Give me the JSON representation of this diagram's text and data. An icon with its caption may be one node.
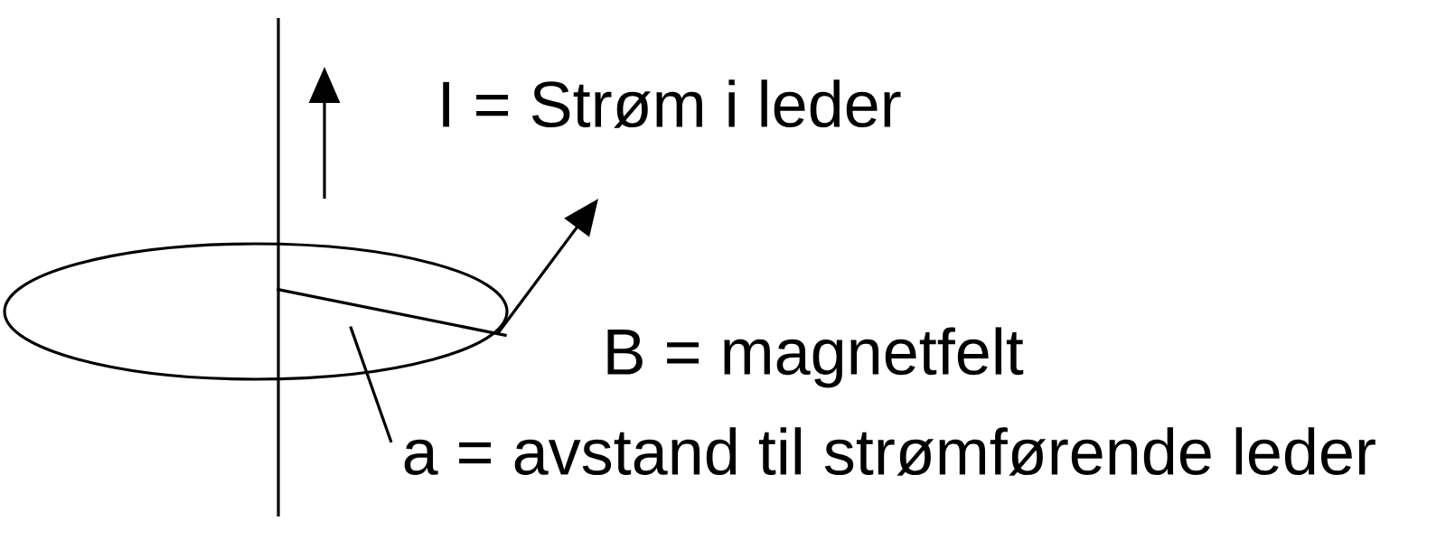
{
  "diagram": {
    "nodes": [
      {
        "text": [
          "a = avstand til strømførende leder"
        ]
      },
      {
        "text": [],
        "shape": "line"
      }
    ],
    "edges": [
      {
        "from": 0,
        "to": 1,
        "arrow": "none"
      }
    ],
    "labels": [
      "I = Strøm i leder",
      "B = magnetfelt"
    ]
  }
}
